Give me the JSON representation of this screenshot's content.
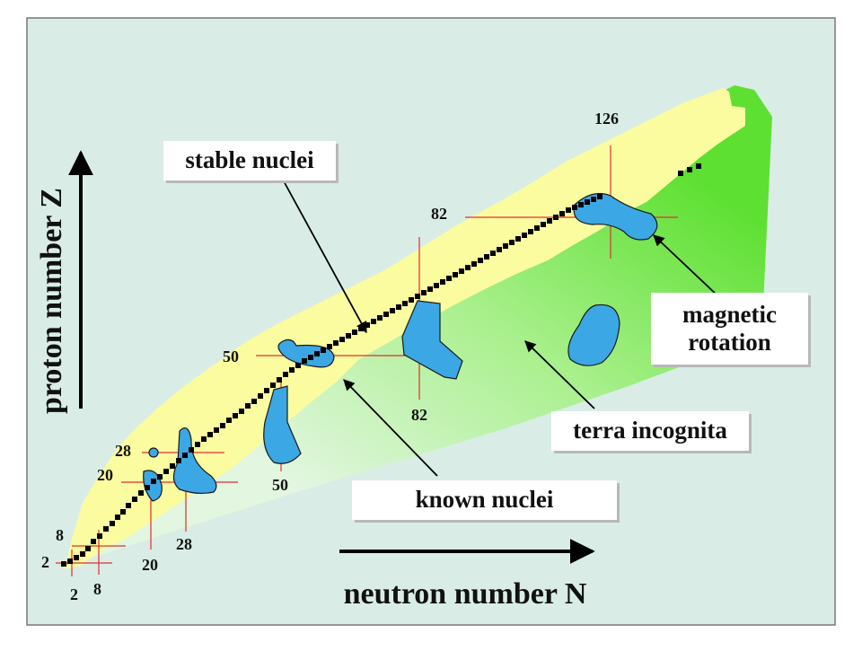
{
  "axes": {
    "y_label": "proton number Z",
    "x_label": "neutron number N"
  },
  "labels": {
    "stable_nuclei": "stable nuclei",
    "known_nuclei": "known nuclei",
    "terra_incognita": "terra incognita",
    "magnetic_rotation": "magnetic rotation",
    "magnetic_line1": "magnetic",
    "magnetic_line2": "rotation"
  },
  "magic_numbers": {
    "proton": [
      "2",
      "8",
      "20",
      "28",
      "50",
      "82"
    ],
    "neutron": [
      "2",
      "8",
      "20",
      "28",
      "50",
      "82",
      "126"
    ]
  },
  "colors": {
    "background": "#d9ede6",
    "known_region": "#fbfba0",
    "stable": "#000000",
    "magnetic_rotation": "#3ba7e4",
    "magic_lines": "#e03030",
    "terra_green": "#55e02a"
  }
}
